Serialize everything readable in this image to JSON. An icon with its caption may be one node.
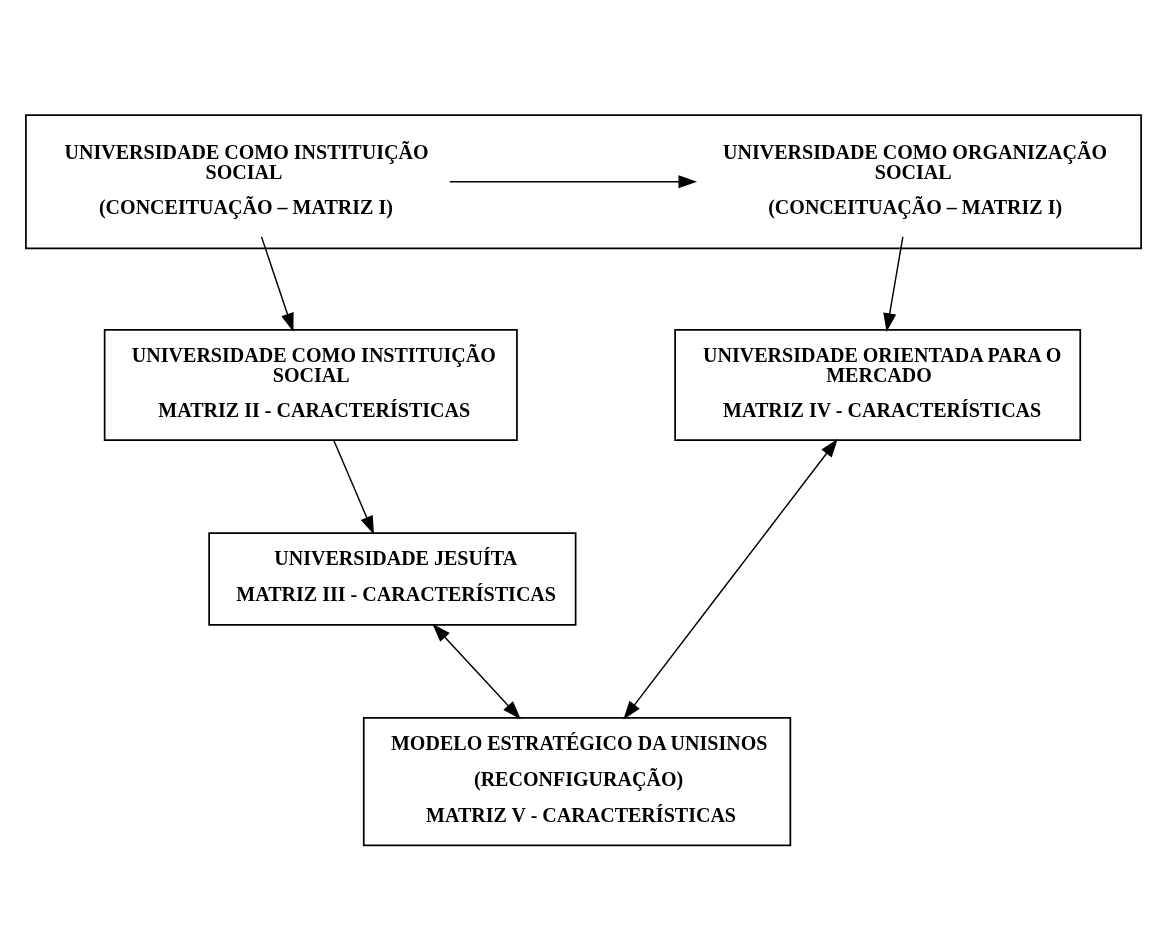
{
  "diagram": {
    "nodes": [
      {
        "text": [],
        "shape": "box"
      },
      {
        "text": [
          "UNIVERSIDADE COMO INSTITUIÇÃO SOCIAL",
          "(CONCEITUAÇÃO – MATRIZ I)"
        ],
        "in": 0
      },
      {
        "text": [
          "UNIVERSIDADE COMO ORGANIZAÇÃO SOCIAL",
          "(CONCEITUAÇÃO – MATRIZ I)"
        ],
        "in": 0
      },
      {
        "text": [
          "UNIVERSIDADE COMO INSTITUIÇÃO SOCIAL",
          "MATRIZ II - CARACTERÍSTICAS"
        ]
      },
      {
        "text": [
          "UNIVERSIDADE ORIENTADA PARA O MERCADO",
          "MATRIZ IV - CARACTERÍSTICAS"
        ]
      },
      {
        "text": [
          "UNIVERSIDADE JESUÍTA",
          "MATRIZ III - CARACTERÍSTICAS"
        ]
      },
      {
        "text": [
          "MODELO ESTRATÉGICO DA UNISINOS",
          "(RECONFIGURAÇÃO)",
          "MATRIZ V - CARACTERÍSTICAS"
        ]
      }
    ],
    "edges": [
      {
        "from": 1,
        "to": 2,
        "arrow": "to"
      },
      {
        "from": 1,
        "to": 3,
        "arrow": "to"
      },
      {
        "from": 2,
        "to": 4,
        "arrow": "to"
      },
      {
        "from": 3,
        "to": 5,
        "arrow": "to"
      },
      {
        "from": 5,
        "to": 6,
        "arrow": "both"
      },
      {
        "from": 4,
        "to": 6,
        "arrow": "both"
      }
    ]
  }
}
